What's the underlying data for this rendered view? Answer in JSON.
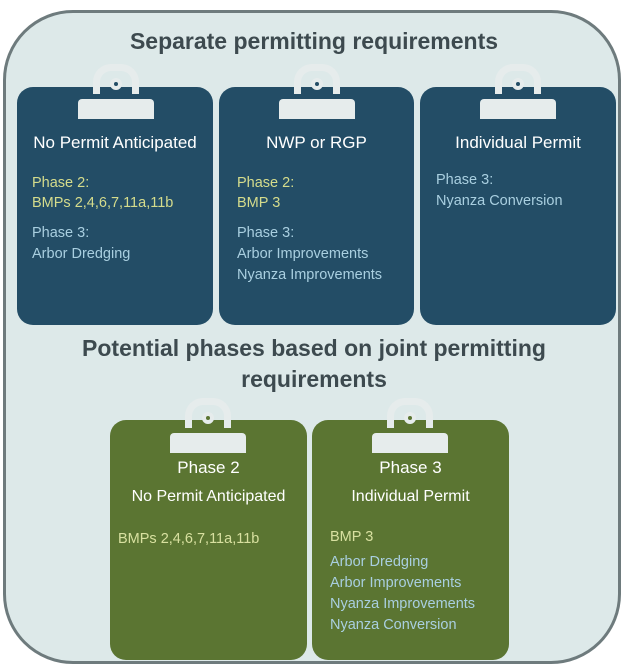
{
  "top_heading": "Separate permitting requirements",
  "bottom_heading_line1": "Potential phases based on joint permitting",
  "bottom_heading_line2": "requirements",
  "colors": {
    "blue_card": "#234d66",
    "green_card": "#5b7532",
    "background": "#dde9e9",
    "heading": "#3d4a4f"
  },
  "separate": [
    {
      "title": "No Permit Anticipated",
      "groups": [
        {
          "label": "Phase 2:",
          "items": [
            "BMPs 2,4,6,7,11a,11b"
          ]
        },
        {
          "label": "Phase 3:",
          "items": [
            "Arbor Dredging"
          ]
        }
      ]
    },
    {
      "title": "NWP or RGP",
      "groups": [
        {
          "label": "Phase 2:",
          "items": [
            "BMP 3"
          ]
        },
        {
          "label": "Phase 3:",
          "items": [
            "Arbor Improvements",
            "Nyanza Improvements"
          ]
        }
      ]
    },
    {
      "title": "Individual Permit",
      "groups": [
        {
          "label": "Phase 3:",
          "items": [
            "Nyanza Conversion"
          ]
        }
      ]
    }
  ],
  "joint": [
    {
      "title": "Phase 2",
      "subtitle": "No Permit Anticipated",
      "items": [
        "BMPs 2,4,6,7,11a,11b"
      ]
    },
    {
      "title": "Phase 3",
      "subtitle": "Individual Permit",
      "items": [
        "BMP 3",
        "Arbor Dredging",
        "Arbor Improvements",
        "Nyanza Improvements",
        "Nyanza Conversion"
      ]
    }
  ]
}
